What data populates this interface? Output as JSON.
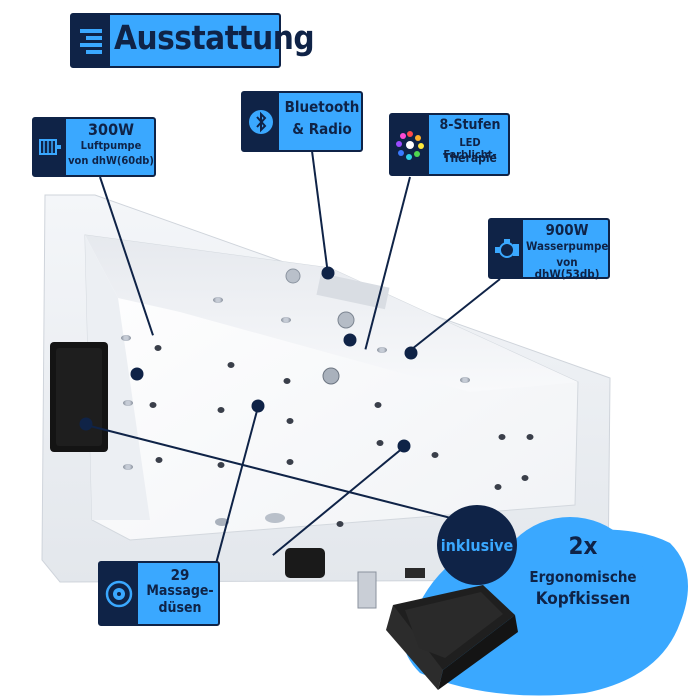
{
  "title": "Ausstattung",
  "features": {
    "pump_air": {
      "line1": "300W",
      "line2": "Luftpumpe",
      "line3": "von dhW(60db)"
    },
    "bluetooth": {
      "line1": "Bluetooth",
      "line2": "& Radio"
    },
    "led": {
      "line1": "8-Stufen",
      "line2": "LED Farblicht-",
      "line3": "Therapie"
    },
    "pump_water": {
      "line1": "900W",
      "line2": "Wasserpumpe",
      "line3": "von dhW(53db)"
    },
    "jets": {
      "line1": "29",
      "line2": "Massage-",
      "line3": "düsen"
    }
  },
  "badge": {
    "inclusive": "inklusive"
  },
  "pillows": {
    "line1": "2x",
    "line2": "Ergonomische",
    "line3": "Kopfkissen"
  },
  "colors": {
    "accent": "#3aa8ff",
    "navy": "#0f2347"
  },
  "icons": [
    "menu-lines-icon",
    "motor-icon",
    "bluetooth-icon",
    "led-color-dots-icon",
    "water-pump-icon",
    "massage-jet-icon"
  ]
}
